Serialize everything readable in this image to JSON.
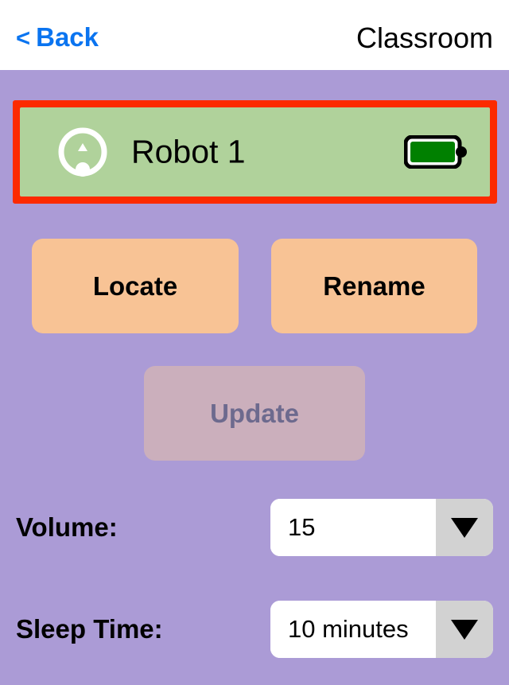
{
  "header": {
    "back_label": "Back",
    "back_chevron": "<",
    "title": "Classroom"
  },
  "robot_card": {
    "name": "Robot 1",
    "selected": true,
    "selection_color": "#fc2a00",
    "card_color": "#b0d29b",
    "battery_level_label": "full",
    "battery_color": "#008000"
  },
  "actions": {
    "locate_label": "Locate",
    "rename_label": "Rename",
    "update_label": "Update",
    "button_color": "#f8c395",
    "update_disabled_color": "#cbafbc",
    "update_disabled_text_color": "#6d6a8e"
  },
  "settings": {
    "volume": {
      "label": "Volume:",
      "value": "15"
    },
    "sleep_time": {
      "label": "Sleep Time:",
      "value": "10 minutes"
    }
  },
  "theme": {
    "background": "#ab9bd6",
    "nav_background": "#ffffff",
    "accent_link": "#0a74f0"
  }
}
